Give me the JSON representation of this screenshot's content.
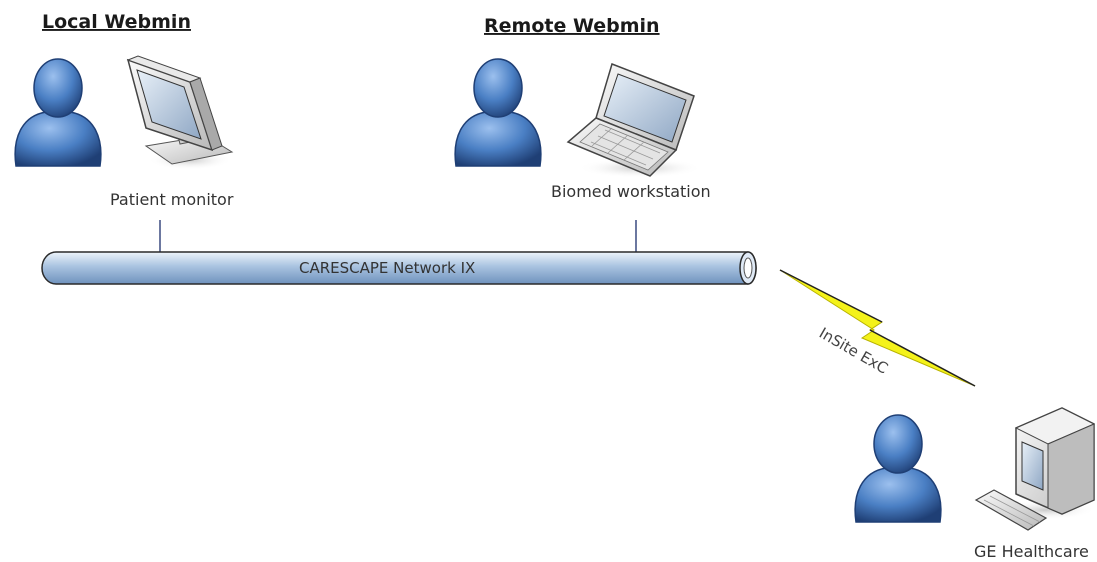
{
  "diagram": {
    "headings": {
      "local": "Local Webmin",
      "remote": "Remote Webmin"
    },
    "devices": {
      "patient_monitor": "Patient monitor",
      "biomed_workstation": "Biomed workstation",
      "ge_healthcare": "GE Healthcare"
    },
    "network": {
      "label": "CARESCAPE Network IX"
    },
    "link": {
      "label": "InSite ExC"
    },
    "colors": {
      "person_fill": "#4a7fc4",
      "person_dark": "#1f3f75",
      "network_fill": "#a9c3e0",
      "network_stroke": "#2a2a2a",
      "bolt_fill": "#f4f21a"
    },
    "icons": [
      "user-icon",
      "monitor-icon",
      "laptop-icon",
      "desktop-computer-icon",
      "lightning-bolt-icon"
    ]
  }
}
